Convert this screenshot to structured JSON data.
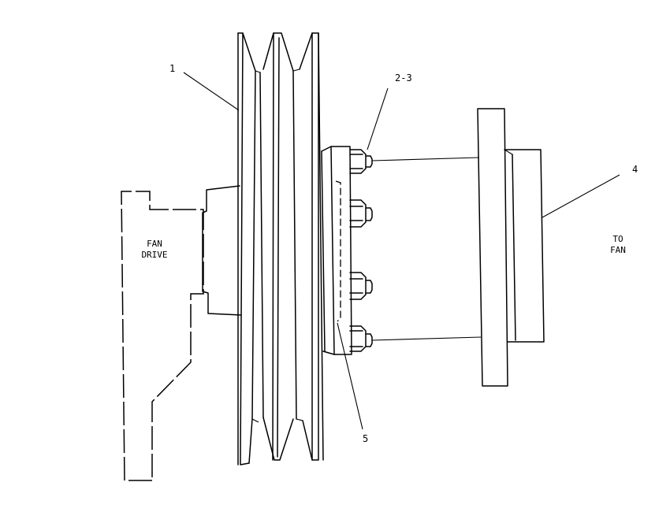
{
  "callouts": {
    "c1": "1",
    "c23": "2-3",
    "c4": "4",
    "c5": "5"
  },
  "fan_drive": {
    "line1": "FAN",
    "line2": "DRIVE"
  },
  "to_fan": {
    "line1": "TO",
    "line2": "FAN"
  }
}
